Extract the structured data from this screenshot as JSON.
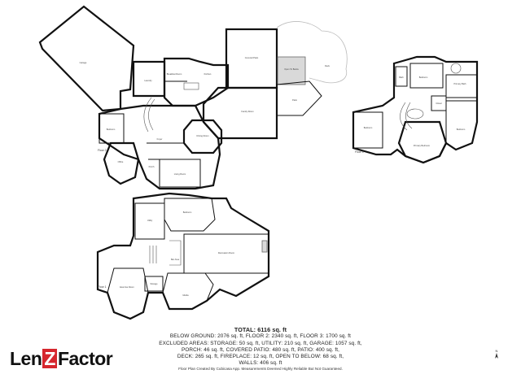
{
  "totals": {
    "heading": "TOTAL: 6116 sq. ft",
    "lines": [
      "BELOW GROUND: 2076 sq. ft, FLOOR 2: 2340 sq. ft, FLOOR 3: 1700 sq. ft",
      "EXCLUDED AREAS: STORAGE: 50 sq. ft, UTILITY: 210 sq. ft, GARAGE: 1057 sq. ft,",
      "PORCH: 46 sq. ft, COVERED PATIO: 480 sq. ft, PATIO: 400 sq. ft,",
      "DECK: 265 sq. ft, FIREPLACE: 12 sq. ft, OPEN TO BELOW: 68 sq. ft,",
      "WALLS: 406 sq. ft"
    ]
  },
  "brand": {
    "before": "Len",
    "z": "Z",
    "after": "Factor"
  },
  "footer": "Floor Plan Created By Cubicasa App. Measurements Deemed Highly Reliable But Not Guaranteed.",
  "compass_letter": "N",
  "floor_labels": {
    "floor2": "Floor 2",
    "floor3": "Floor 3",
    "below": "Floor 1"
  },
  "rooms": {
    "garage": "Garage",
    "laundry": "Laundry",
    "breakfast": "Breakfast Room",
    "kitchen": "Kitchen",
    "covered_patio": "Covered Patio",
    "open_below": "Open To Below",
    "deck": "Deck",
    "patio": "Patio",
    "family_room": "Family Room",
    "dining_room": "Dining Room",
    "bedroom_f2": "Bedroom",
    "office": "Office",
    "foyer": "Foyer",
    "porch": "Porch",
    "living_room": "Living Room",
    "primary_bedroom": "Primary Bedroom",
    "primary_bath": "Primary Bath",
    "closet": "Closet",
    "bedroom_f3a": "Bedroom",
    "bedroom_f3b": "Bedroom",
    "bedroom_f3c": "Bedroom",
    "bath_f3": "Bath",
    "bedroom_bg": "Bedroom",
    "utility": "Utility",
    "recreation": "Recreation Room",
    "media": "Media",
    "exercise": "Exercise Room",
    "storage": "Storage",
    "bar": "Bar Area"
  }
}
